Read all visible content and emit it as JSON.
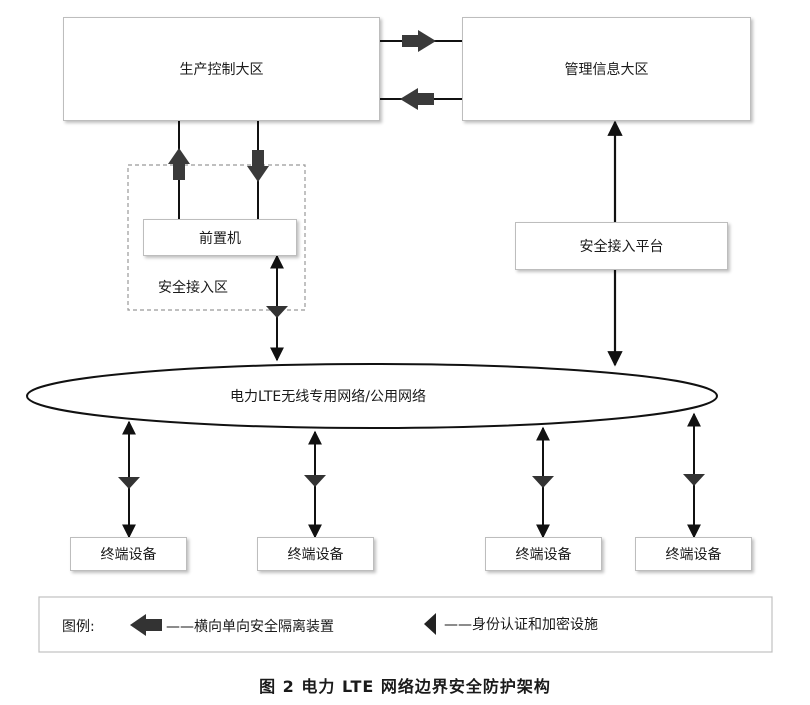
{
  "nodes": {
    "production": "生产控制大区",
    "management": "管理信息大区",
    "front": "前置机",
    "access_zone": "安全接入区",
    "platform": "安全接入平台",
    "network": "电力LTE无线专用网络/公用网络",
    "terminals": [
      "终端设备",
      "终端设备",
      "终端设备",
      "终端设备"
    ]
  },
  "legend": {
    "title": "图例:",
    "isolation": "——横向单向安全隔离装置",
    "auth": "——身份认证和加密设施"
  },
  "caption": "图 2  电力 LTE 网络边界安全防护架构"
}
